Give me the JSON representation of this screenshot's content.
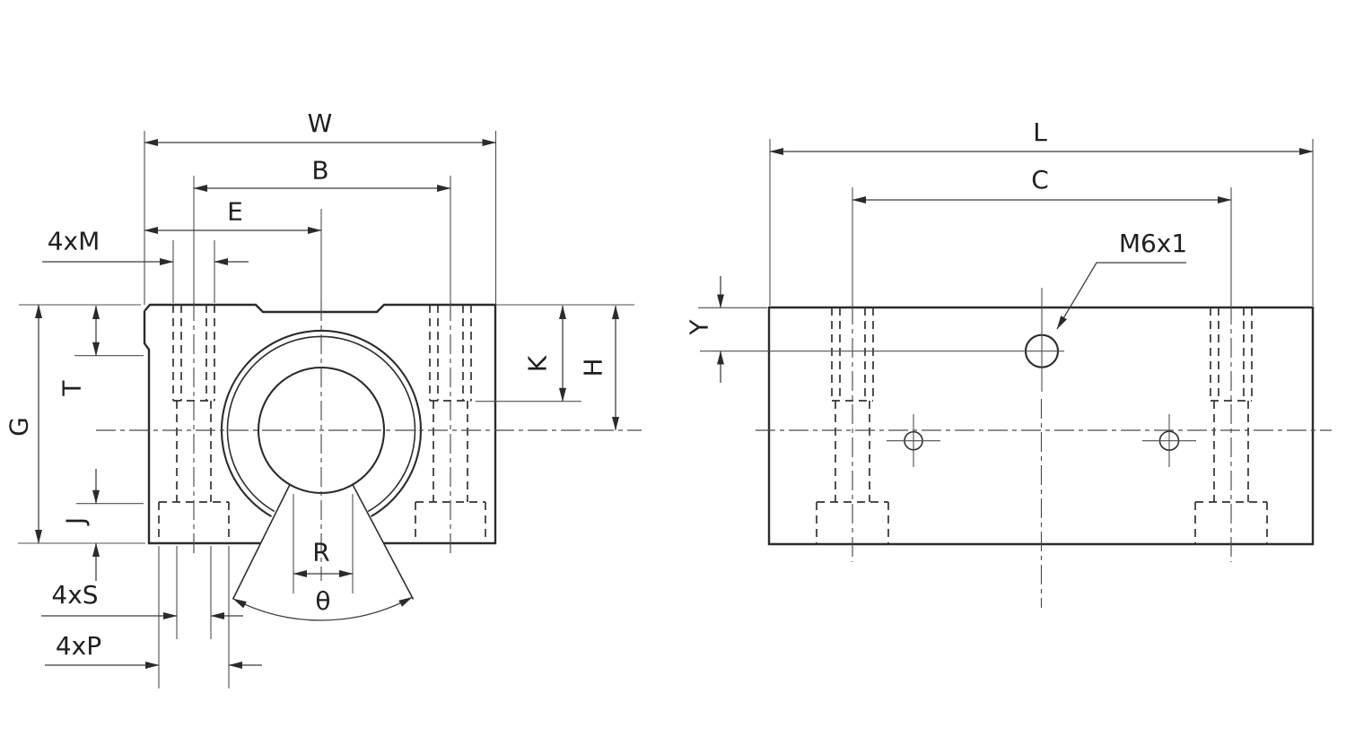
{
  "document": {
    "type": "engineering-drawing",
    "subject": "Open linear bearing pillow block — front and side orthographic views with dimension callouts"
  },
  "colors": {
    "background": "#ffffff",
    "outline": "#2b2b2b",
    "hidden_line": "#333333",
    "centerline": "#4a4a4a",
    "dimension_line": "#3a3a3a",
    "text": "#1f1f1f"
  },
  "front_view": {
    "dimensions": {
      "overall_width": "W",
      "bolt_spacing": "B",
      "edge_to_center": "E",
      "mounting_thread": "4xM",
      "overall_height": "G",
      "thread_depth": "T",
      "pocket_depth": "J",
      "clearance_hole": "4xS",
      "pocket_width": "4xP",
      "slot_width": "R",
      "slot_angle": "θ",
      "drill_depth": "K",
      "center_height": "H"
    }
  },
  "side_view": {
    "dimensions": {
      "overall_length": "L",
      "bolt_spacing": "C",
      "lube_port_thread": "M6x1",
      "lube_port_offset": "Y"
    }
  }
}
